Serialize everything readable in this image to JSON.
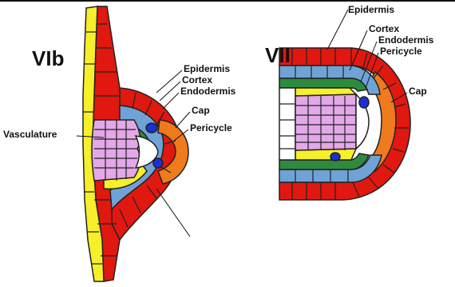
{
  "panels": [
    {
      "id": "vib",
      "title": "VIb",
      "labels": {
        "epidermis": "Epidermis",
        "cortex": "Cortex",
        "endodermis": "Endodermis",
        "cap": "Cap",
        "pericycle": "Pericycle",
        "vasculature": "Vasculature"
      }
    },
    {
      "id": "vii",
      "title": "VII",
      "labels": {
        "epidermis": "Epidermis",
        "cortex": "Cortex",
        "endodermis": "Endodermis",
        "pericycle": "Pericycle",
        "cap": "Cap"
      }
    }
  ],
  "colors": {
    "epidermis": "#e0180f",
    "cortex": "#6fa3d6",
    "endodermis": "#2e8b3e",
    "pericycle": "#f6ef2a",
    "vasculature": "#e3a8e8",
    "cap": "#ef7b1c",
    "blue_cell": "#1b2fd6",
    "white_cell": "#ffffff"
  }
}
